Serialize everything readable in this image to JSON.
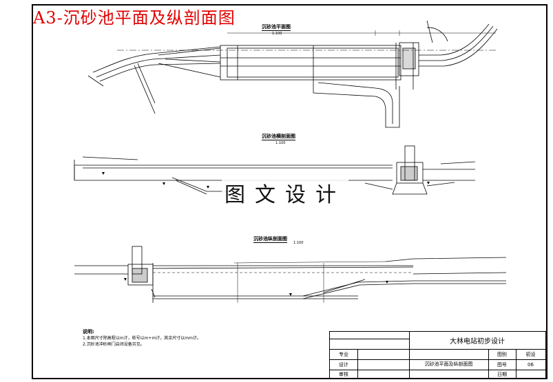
{
  "header": {
    "title": "A3-沉砂池平面及纵剖面图"
  },
  "sections": {
    "plan_title": "沉砂池平面图",
    "plan_scale": "1:100",
    "cross_title": "沉砂池横剖面图",
    "cross_scale": "1:100",
    "long_title": "沉砂池纵剖面图",
    "long_scale": "1:100"
  },
  "watermark": "图文设计",
  "notes": {
    "title": "说明:",
    "line1": "1.本图尺寸除高程以m计，桩号以m+m计，其余尺寸以mm计。",
    "line2": "2.沉砂池冲砂闸门启闭设备另见。"
  },
  "title_block": {
    "project": "大林电站初步设计",
    "drawing_name": "沉砂池平面及纵剖面图",
    "labels": {
      "major": "专业",
      "design": "设计",
      "review": "审核",
      "category": "图别",
      "category_value": "初设",
      "number": "图号",
      "number_value": "06",
      "date": "日期"
    }
  },
  "colors": {
    "title_red": "#e00000",
    "line": "#000000"
  }
}
